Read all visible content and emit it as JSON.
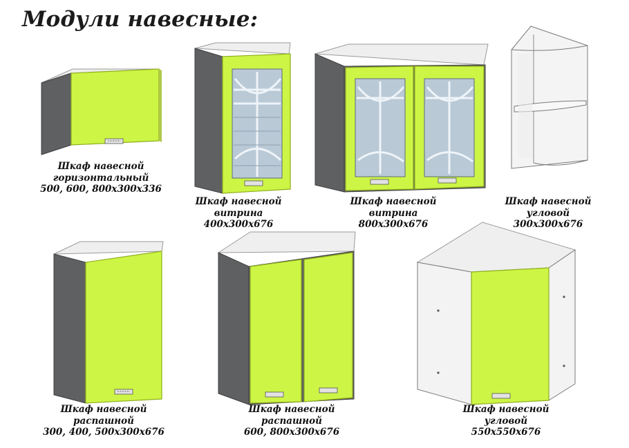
{
  "title": "Модули навесные:",
  "colors": {
    "door": "#cdf545",
    "door_edge": "#8fae1f",
    "body_side": "#5e6062",
    "body_top": "#eeefee",
    "white_panel": "#f4f4f4",
    "glass": "#b9c9d6"
  },
  "modules": [
    {
      "name": "Шкаф навесной",
      "type": "горизонтальный",
      "size": "500, 600, 800х300х336"
    },
    {
      "name": "Шкаф навесной",
      "type": "витрина",
      "size": "400х300х676"
    },
    {
      "name": "Шкаф навесной",
      "type": "витрина",
      "size": "800х300х676"
    },
    {
      "name": "Шкаф навесной",
      "type": "угловой",
      "size": "300х300х676"
    },
    {
      "name": "Шкаф навесной",
      "type": "распашной",
      "size": "300, 400, 500х300х676"
    },
    {
      "name": "Шкаф навесной",
      "type": "распашной",
      "size": "600, 800х300х676"
    },
    {
      "name": "Шкаф навесной",
      "type": "угловой",
      "size": "550х550х676"
    }
  ]
}
